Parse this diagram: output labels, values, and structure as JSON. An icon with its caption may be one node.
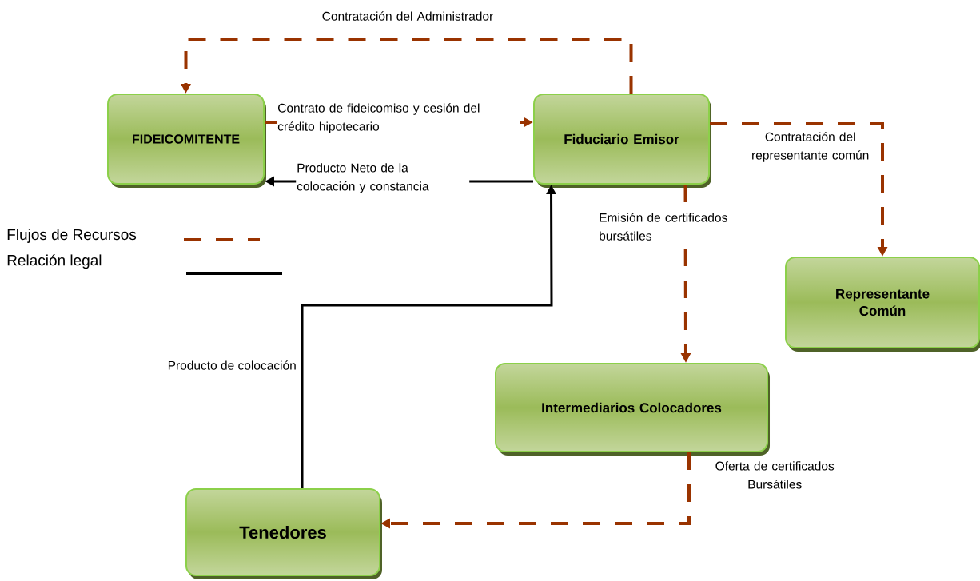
{
  "diagram": {
    "nodes": [
      {
        "text": [
          "FIDEICOMITENTE"
        ]
      },
      {
        "text": [
          "Fiduciario Emisor"
        ]
      },
      {
        "text": [
          "Representante Común"
        ]
      },
      {
        "text": [
          "Intermediarios Colocadores"
        ]
      },
      {
        "text": [
          "Tenedores"
        ]
      }
    ],
    "edges": [
      {
        "from": 1,
        "to": 0,
        "arrow": "to",
        "style": "dashed",
        "label": "Contratación del Administrador"
      },
      {
        "from": 0,
        "to": 1,
        "arrow": "to",
        "style": "dashed",
        "label": "Contrato de fideicomiso y cesión del crédito hipotecario"
      },
      {
        "from": 1,
        "to": 0,
        "arrow": "to",
        "color": "#000000",
        "label": "Producto Neto de la colocación y constancia"
      },
      {
        "from": 1,
        "to": 2,
        "arrow": "to",
        "style": "dashed",
        "label": "Contratación del representante común"
      },
      {
        "from": 1,
        "to": 3,
        "arrow": "to",
        "style": "dashed",
        "label": "Emisión de certificados bursátiles"
      },
      {
        "from": 3,
        "to": 4,
        "arrow": "to",
        "style": "dashed",
        "label": "Oferta de certificados Bursátiles"
      },
      {
        "from": 4,
        "to": 1,
        "arrow": "to",
        "color": "#000000",
        "label": "Producto de colocación"
      }
    ],
    "legend": [
      {
        "text": "Flujos de Recursos"
      },
      {
        "text": "Relación legal"
      }
    ]
  }
}
